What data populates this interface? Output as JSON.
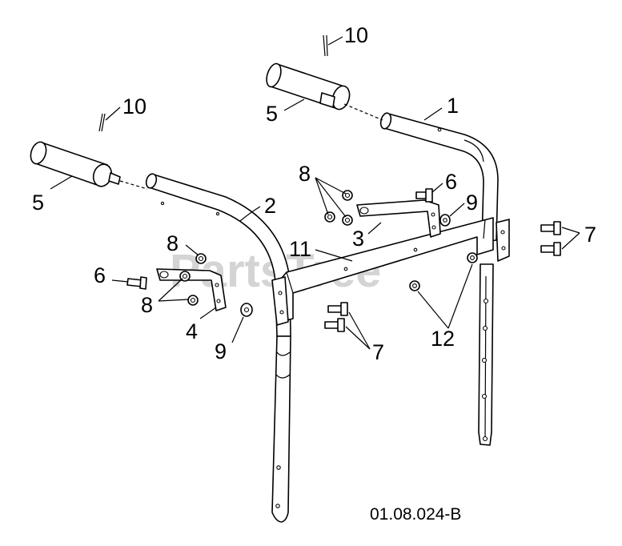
{
  "diagram": {
    "watermark": "PartsTree",
    "drawing_number": "01.08.024-B",
    "callouts": {
      "c1": "1",
      "c2": "2",
      "c3": "3",
      "c4": "4",
      "c5_left": "5",
      "c5_right": "5",
      "c6_left": "6",
      "c6_right": "6",
      "c7_right": "7",
      "c7_bottom": "7",
      "c8_top": "8",
      "c8_upper_left": "8",
      "c8_lower_left": "8",
      "c9_left": "9",
      "c9_right": "9",
      "c10_left": "10",
      "c10_right": "10",
      "c11": "11",
      "c12": "12"
    }
  }
}
